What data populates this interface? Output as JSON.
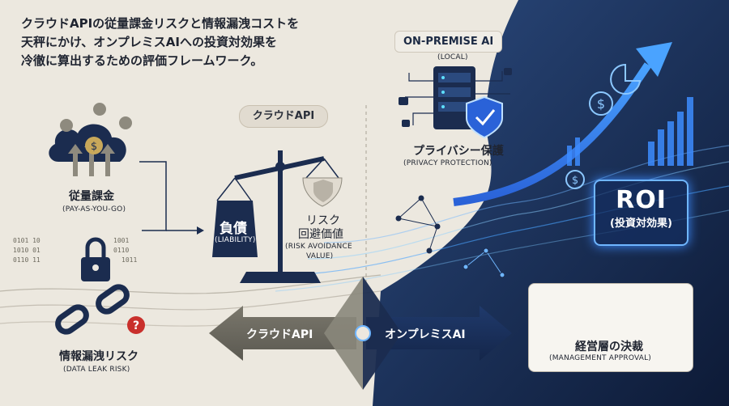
{
  "headline": {
    "line1": "クラウドAPIの従量課金リスクと情報漏洩コストを",
    "line2": "天秤にかけ、オンプレミスAIへの投資対効果を",
    "line3": "冷徹に算出するための評価フレームワーク。"
  },
  "cloud_pill": "クラウドAPI",
  "pay_as_you_go": {
    "jp": "従量課金",
    "en": "(PAY-AS-YOU-GO)"
  },
  "data_leak": {
    "jp": "情報漏洩リスク",
    "en": "(DATA LEAK RISK)"
  },
  "liability": {
    "jp": "負債",
    "en": "(LIABILITY)"
  },
  "risk_avoidance": {
    "jp1": "リスク",
    "jp2": "回避価値",
    "en1": "(RISK AVOIDANCE",
    "en2": "VALUE)"
  },
  "onprem": {
    "title": "ON-PREMISE AI",
    "sub": "(LOCAL)"
  },
  "privacy": {
    "jp": "プライバシー保護",
    "en": "(PRIVACY PROTECTION)"
  },
  "roi": {
    "big": "ROI",
    "small": "(投資対効果)"
  },
  "management": {
    "jp": "経営層の決裁",
    "en": "(MANAGEMENT APPROVAL)"
  },
  "arrows": {
    "left": "クラウドAPI",
    "right": "オンプレミスAI"
  },
  "colors": {
    "navy": "#1b2c4f",
    "accent": "#3d8cff",
    "grey": "#6d6a5e",
    "bg": "#ece8df"
  }
}
